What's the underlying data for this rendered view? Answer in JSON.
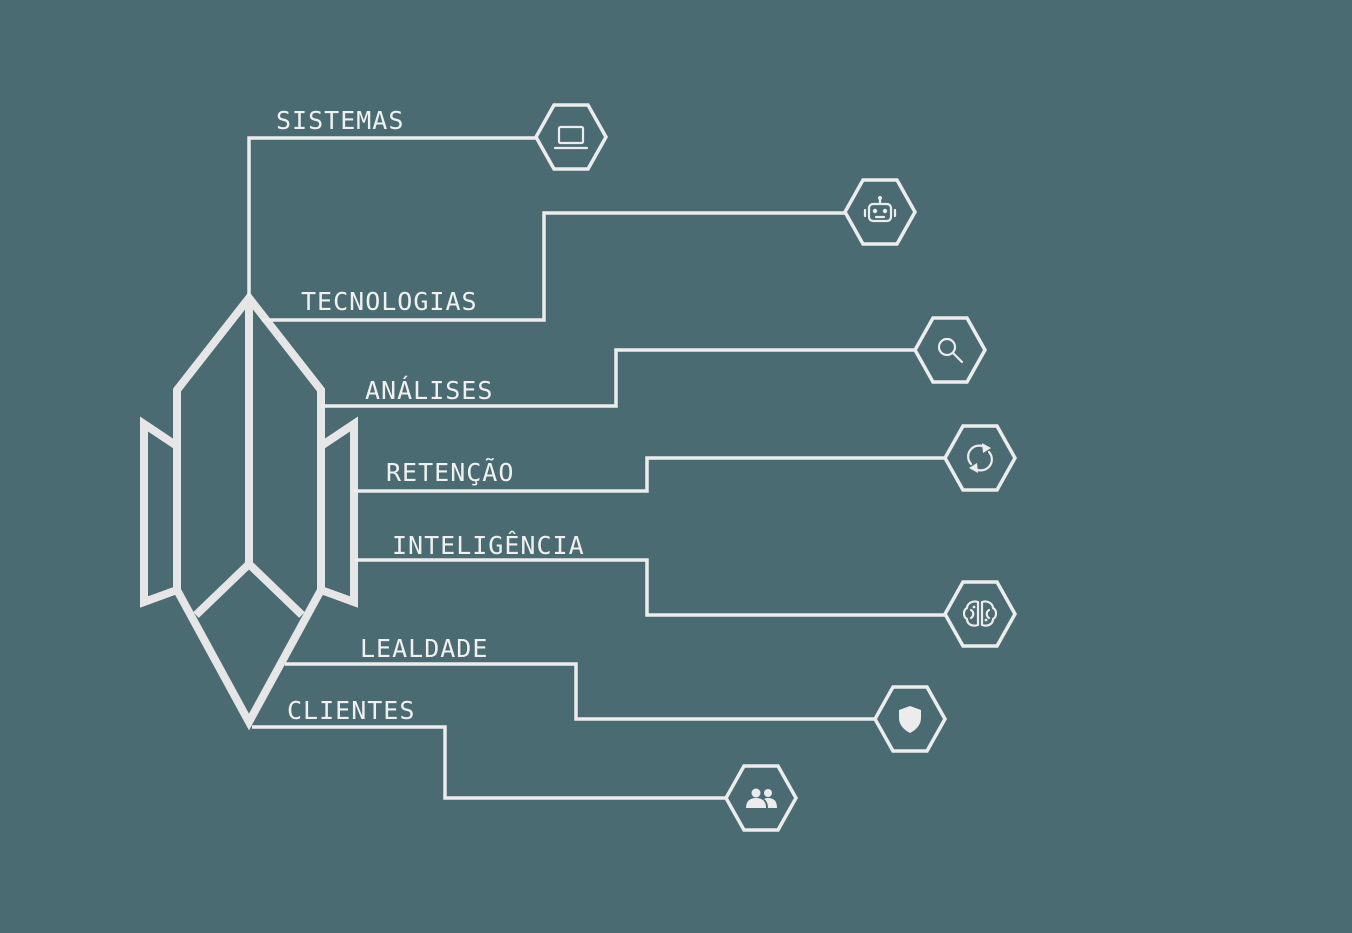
{
  "colors": {
    "background": "#4a6b72",
    "line": "#ececec"
  },
  "branches": [
    {
      "id": "sistemas",
      "label": "SISTEMAS",
      "icon": "laptop-icon"
    },
    {
      "id": "tecnologias",
      "label": "TECNOLOGIAS",
      "icon": "robot-icon"
    },
    {
      "id": "analises",
      "label": "ANÁLISES",
      "icon": "search-icon"
    },
    {
      "id": "retencao",
      "label": "RETENÇÃO",
      "icon": "refresh-icon"
    },
    {
      "id": "inteligencia",
      "label": "INTELIGÊNCIA",
      "icon": "brain-icon"
    },
    {
      "id": "lealdade",
      "label": "LEALDADE",
      "icon": "shield-icon"
    },
    {
      "id": "clientes",
      "label": "CLIENTES",
      "icon": "people-icon"
    }
  ]
}
